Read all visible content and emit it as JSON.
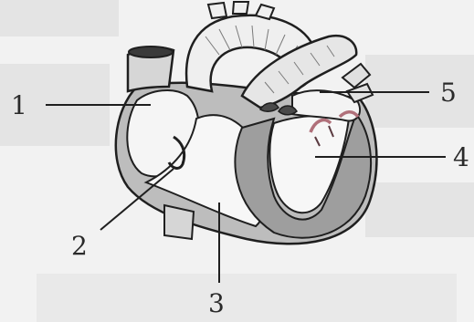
{
  "labels": {
    "l1": "1",
    "l2": "2",
    "l3": "3",
    "l4": "4",
    "l5": "5"
  },
  "colors": {
    "wall": "#a9a9a9",
    "outline": "#1f1f1f",
    "accent": "#b0707a"
  }
}
